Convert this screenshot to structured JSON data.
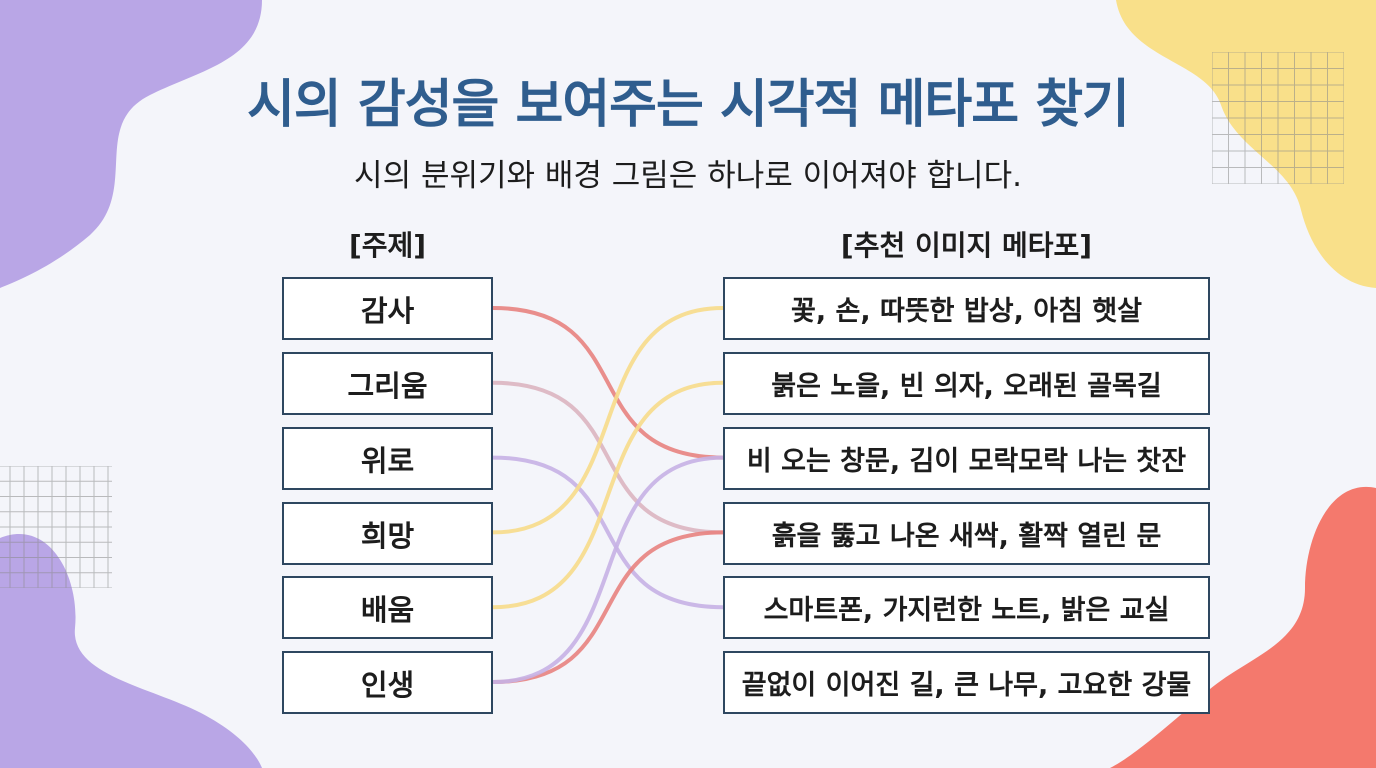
{
  "title": "시의 감성을 보여주는 시각적 메타포 찾기",
  "subtitle": "시의 분위기와 배경 그림은 하나로 이어져야 합니다.",
  "left_header": "[주제]",
  "right_header": "[추천 이미지 메타포]",
  "themes": [
    "감사",
    "그리움",
    "위로",
    "희망",
    "배움",
    "인생"
  ],
  "metaphors": [
    "꽃, 손, 따뜻한 밥상, 아침 햇살",
    "붉은 노을, 빈 의자, 오래된 골목길",
    "비 오는 창문, 김이 모락모락 나는 찻잔",
    "흙을 뚫고 나온 새싹, 활짝 열린 문",
    "스마트폰, 가지런한 노트, 밝은 교실",
    "끝없이 이어진 길, 큰 나무, 고요한 강물"
  ],
  "connections": [
    {
      "from": 0,
      "to": 2,
      "color": "#e8837f"
    },
    {
      "from": 1,
      "to": 3,
      "color": "#dcb5c0"
    },
    {
      "from": 2,
      "to": 4,
      "color": "#c6b1e4"
    },
    {
      "from": 3,
      "to": 0,
      "color": "#f7dc8a"
    },
    {
      "from": 4,
      "to": 1,
      "color": "#f7dc8a"
    },
    {
      "from": 5,
      "to": 3,
      "color": "#e8837f"
    },
    {
      "from": 5,
      "to": 2,
      "color": "#c6b1e4"
    }
  ],
  "colors": {
    "title": "#2f5d8e",
    "box_border": "#2e4760",
    "blob_purple": "#b9a6e6",
    "blob_yellow": "#f9e08a",
    "blob_coral": "#f4796d"
  }
}
